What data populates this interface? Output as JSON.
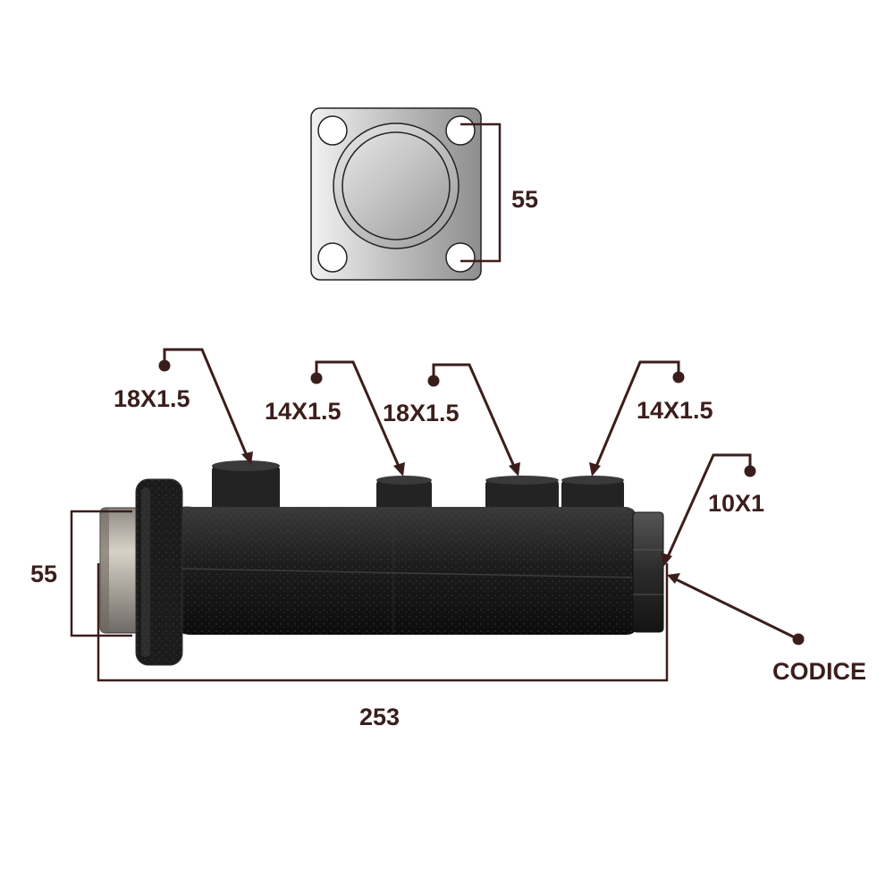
{
  "colors": {
    "annotation": "#3b1e1c",
    "body": "#1c1c1c",
    "flange_plate": "#c9c9c9",
    "piston_metal": "#b8b0a6"
  },
  "flange_view": {
    "dimension": "55"
  },
  "side_view": {
    "ports": [
      {
        "label": "18X1.5"
      },
      {
        "label": "14X1.5"
      },
      {
        "label": "18X1.5"
      },
      {
        "label": "14X1.5"
      },
      {
        "label": "10X1"
      }
    ],
    "height_dimension": "55",
    "length_dimension": "253",
    "code_label": "CODICE"
  }
}
